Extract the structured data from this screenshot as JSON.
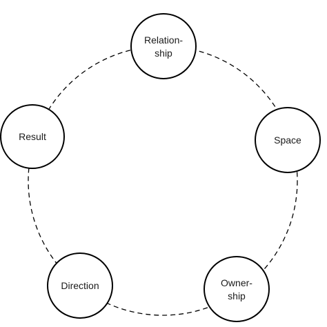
{
  "diagram": {
    "type": "cycle",
    "nodes": [
      {
        "id": "relationship",
        "lines": [
          "Relation-",
          "ship"
        ]
      },
      {
        "id": "space",
        "lines": [
          "Space"
        ]
      },
      {
        "id": "ownership",
        "lines": [
          "Owner-",
          "ship"
        ]
      },
      {
        "id": "direction",
        "lines": [
          "Direction"
        ]
      },
      {
        "id": "result",
        "lines": [
          "Result"
        ]
      }
    ],
    "connector_style": "dashed",
    "stroke_color": "#000000",
    "fill_color": "#ffffff"
  }
}
